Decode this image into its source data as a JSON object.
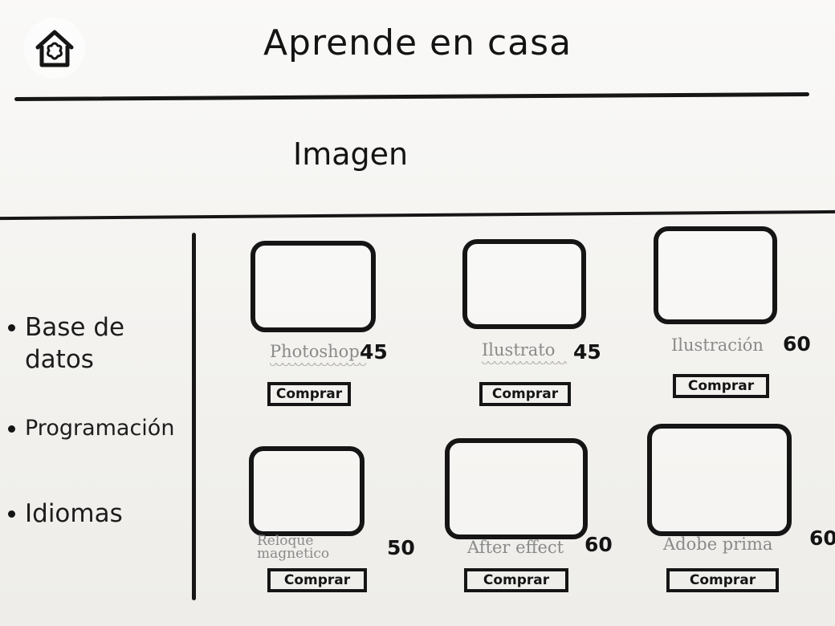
{
  "header": {
    "title": "Aprende en casa",
    "home_icon": "home-icon"
  },
  "banner": {
    "label": "Imagen"
  },
  "sidebar": {
    "items": [
      {
        "label": "Base de datos"
      },
      {
        "label": "Programación"
      },
      {
        "label": "Idiomas"
      }
    ]
  },
  "products": [
    {
      "name": "Photoshop",
      "price": "45",
      "button": "Comprar"
    },
    {
      "name": "Ilustrato",
      "price": "45",
      "button": "Comprar"
    },
    {
      "name": "Ilustración",
      "price": "60",
      "button": "Comprar"
    },
    {
      "name": "Reloque magnetico",
      "price": "50",
      "button": "Comprar"
    },
    {
      "name": "After effect",
      "price": "60",
      "button": "Comprar"
    },
    {
      "name": "Adobe prima",
      "price": "60",
      "button": "Comprar"
    }
  ]
}
